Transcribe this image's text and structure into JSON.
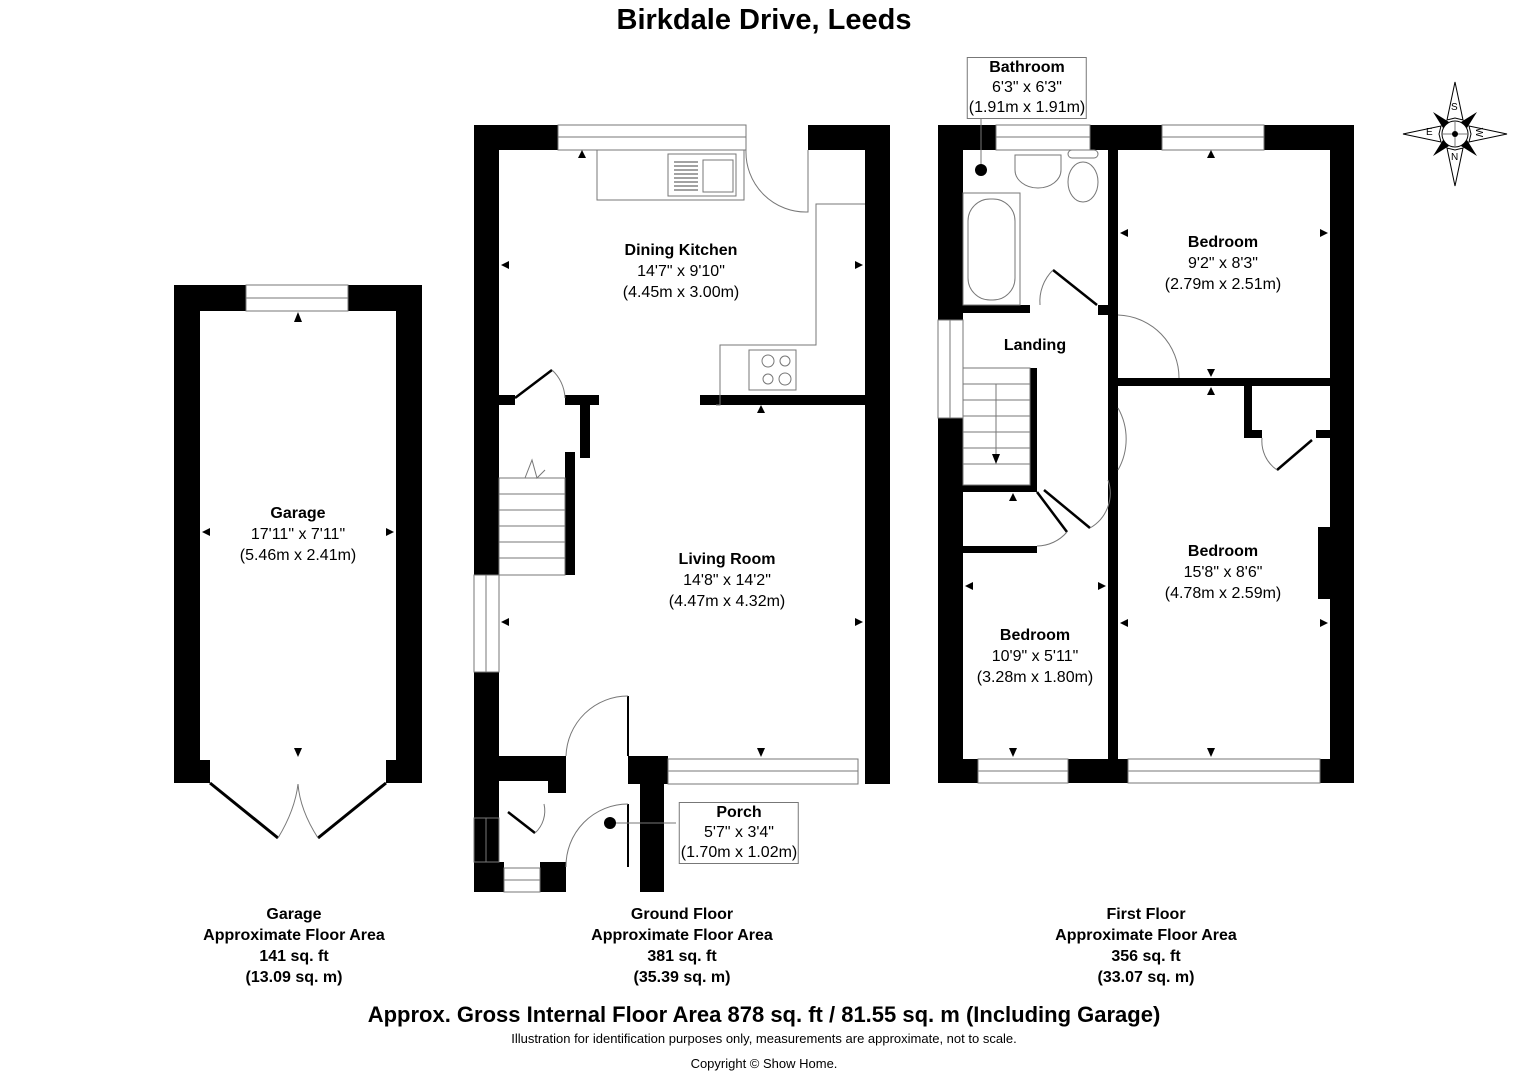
{
  "title": "Birkdale Drive, Leeds",
  "compass": {
    "icon": "compass-rose-icon",
    "labels": {
      "north": "N",
      "south": "S",
      "east": "E",
      "west": "W"
    }
  },
  "rooms": {
    "dining_kitchen": {
      "name": "Dining Kitchen",
      "imperial": "14'7\" x 9'10\"",
      "metric": "(4.45m x 3.00m)"
    },
    "living_room": {
      "name": "Living Room",
      "imperial": "14'8\" x 14'2\"",
      "metric": "(4.47m x 4.32m)"
    },
    "porch": {
      "name": "Porch",
      "imperial": "5'7\" x 3'4\"",
      "metric": "(1.70m x 1.02m)"
    },
    "garage": {
      "name": "Garage",
      "imperial": "17'11\" x 7'11\"",
      "metric": "(5.46m x 2.41m)"
    },
    "bathroom": {
      "name": "Bathroom",
      "imperial": "6'3\" x 6'3\"",
      "metric": "(1.91m x 1.91m)"
    },
    "landing": {
      "name": "Landing"
    },
    "bedroom_1": {
      "name": "Bedroom",
      "imperial": "9'2\" x 8'3\"",
      "metric": "(2.79m x 2.51m)"
    },
    "bedroom_2": {
      "name": "Bedroom",
      "imperial": "15'8\" x 8'6\"",
      "metric": "(4.78m x 2.59m)"
    },
    "bedroom_3": {
      "name": "Bedroom",
      "imperial": "10'9\" x 5'11\"",
      "metric": "(3.28m x 1.80m)"
    }
  },
  "floors": {
    "garage": {
      "name": "Garage",
      "label": "Approximate Floor Area",
      "sqft": "141 sq. ft",
      "sqm": "(13.09 sq. m)"
    },
    "ground": {
      "name": "Ground Floor",
      "label": "Approximate Floor Area",
      "sqft": "381 sq. ft",
      "sqm": "(35.39 sq. m)"
    },
    "first": {
      "name": "First Floor",
      "label": "Approximate Floor Area",
      "sqft": "356 sq. ft",
      "sqm": "(33.07 sq. m)"
    }
  },
  "footer": {
    "gross": "Approx. Gross Internal Floor Area 878 sq. ft / 81.55 sq. m (Including Garage)",
    "disclaimer": "Illustration for identification purposes only, measurements are approximate, not to scale.",
    "copyright": "Copyright © Show Home."
  },
  "colors": {
    "wall": "#000000",
    "line": "#777777",
    "background": "#ffffff"
  }
}
